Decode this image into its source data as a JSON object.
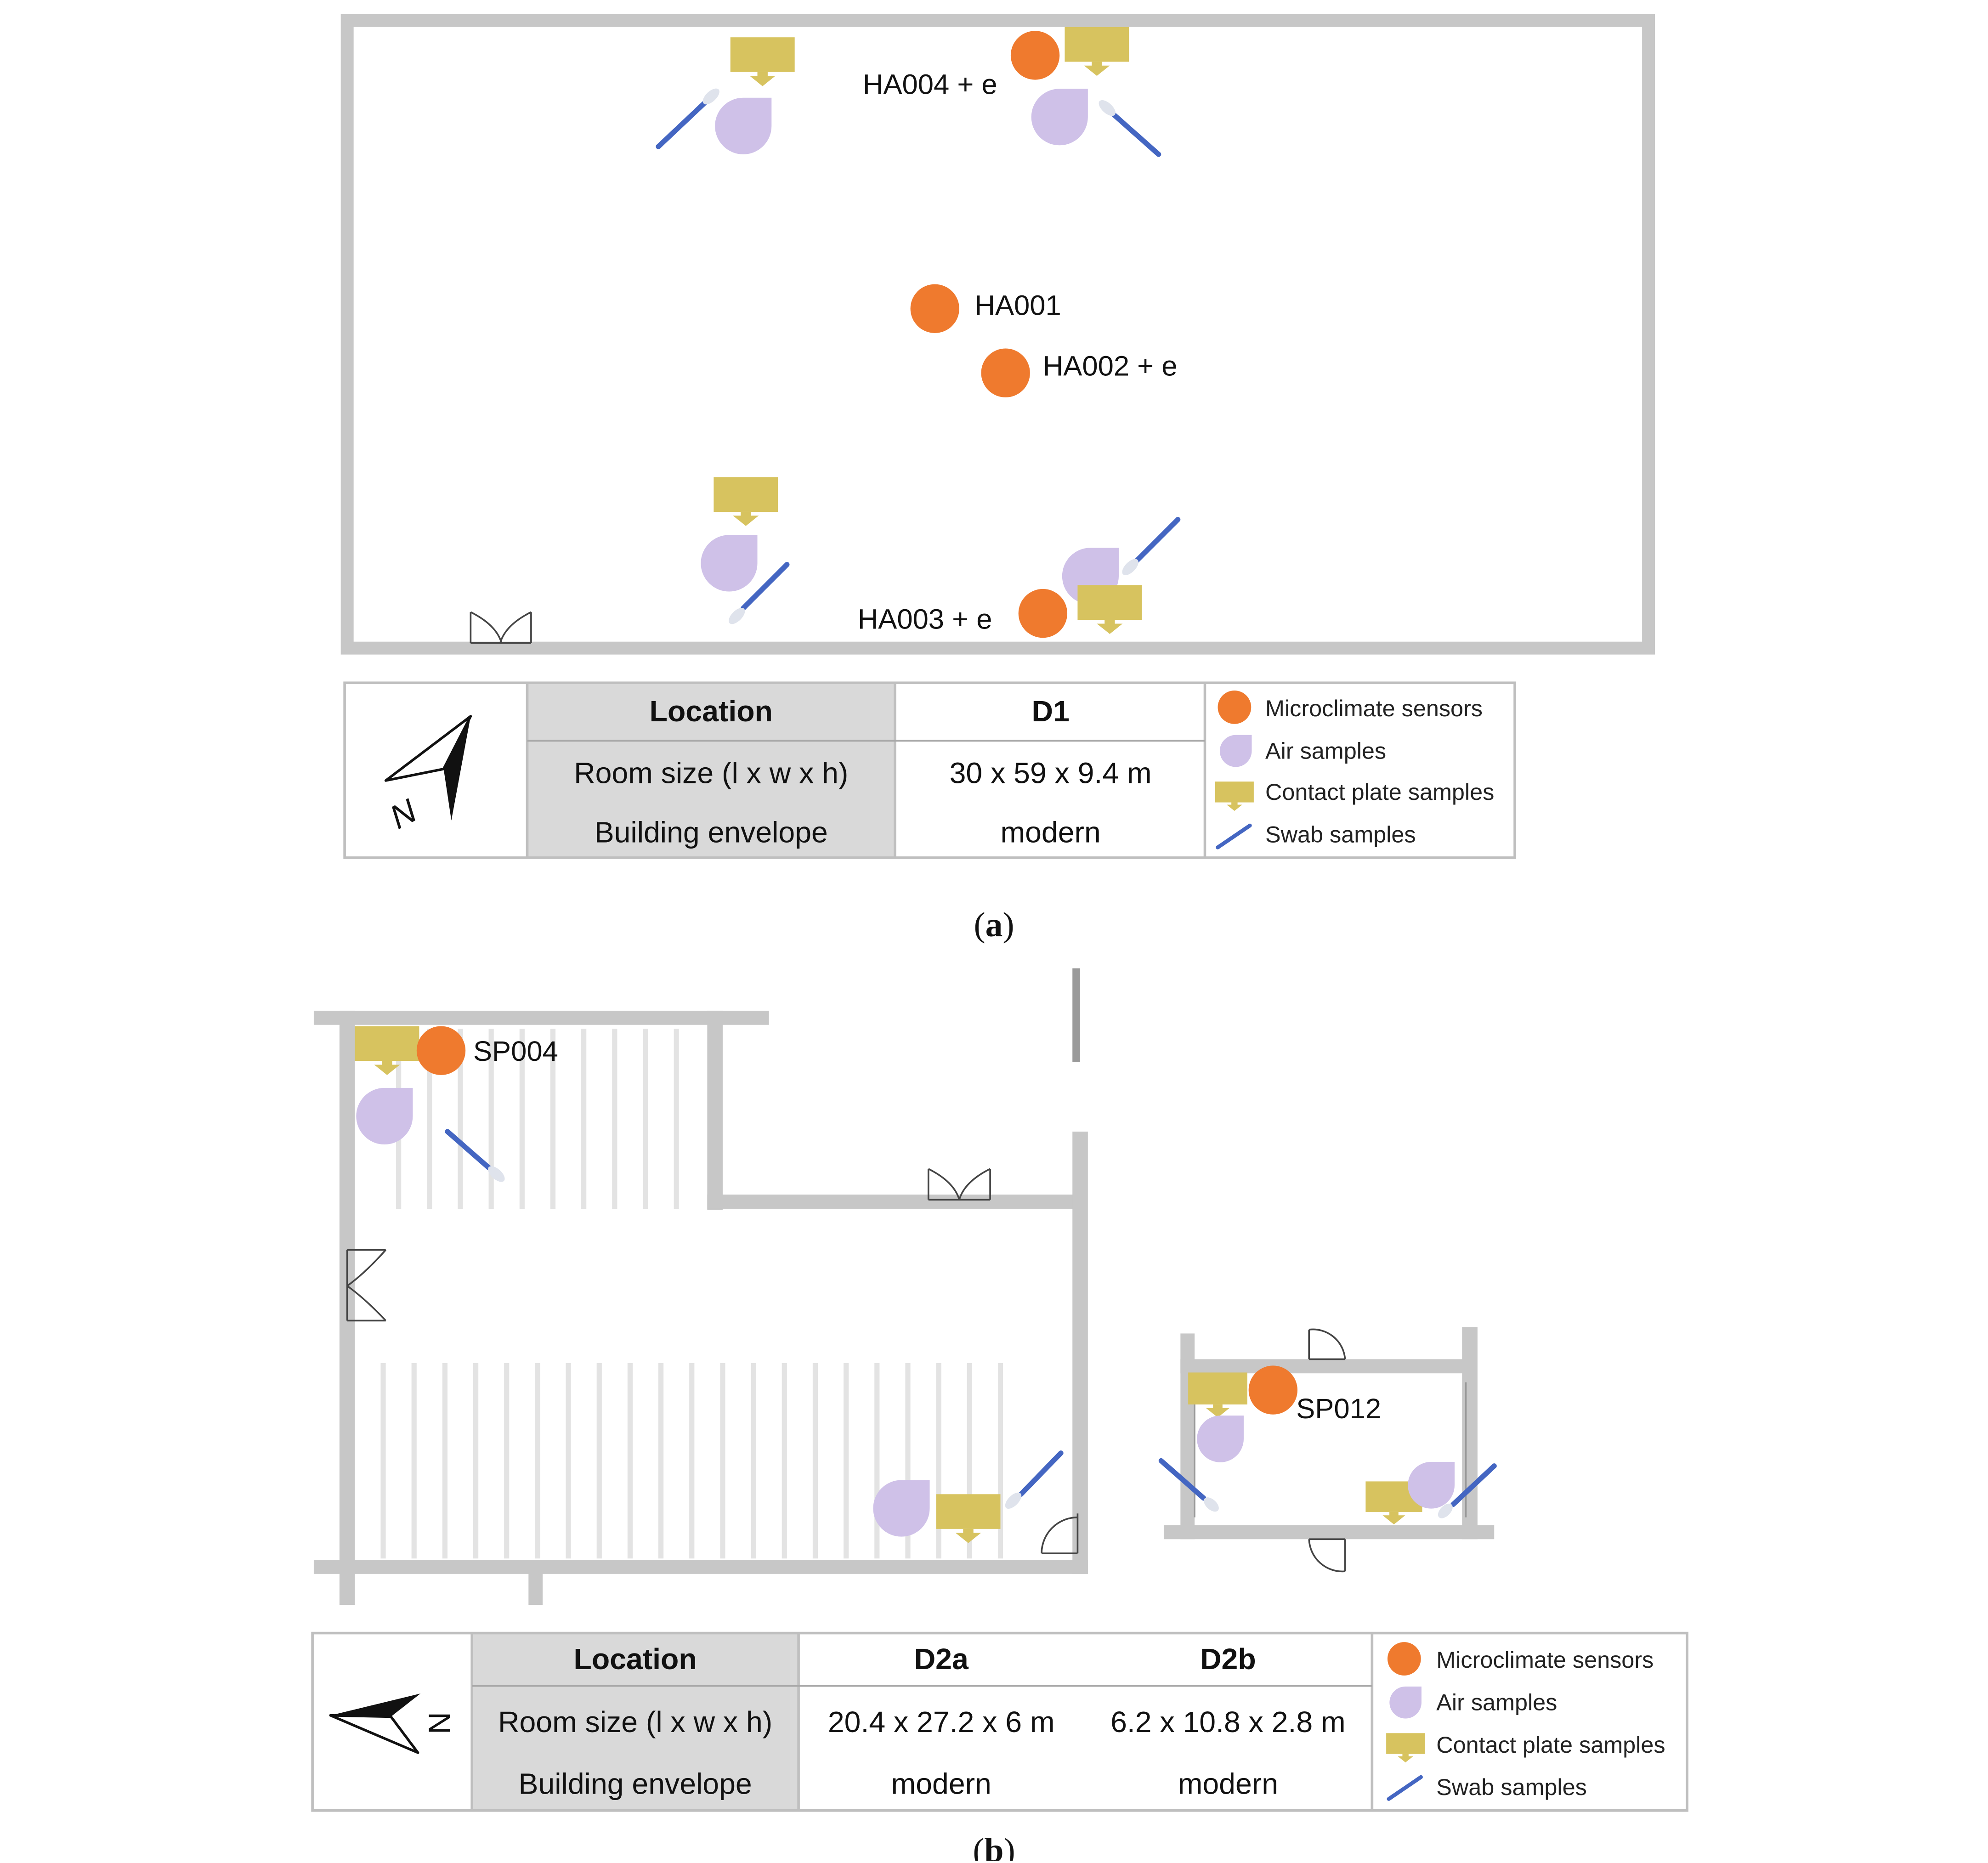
{
  "colors": {
    "wall": "#c7c7c7",
    "sensor": "#ef7a2e",
    "air": "#cfc1e8",
    "contact": "#d7c35f",
    "swab": "#4466c2",
    "swab_tip": "#dfe3ec",
    "table_header_bg": "#d9d9d9",
    "table_border": "#bfbfbf",
    "text": "#111111"
  },
  "legend_items": [
    {
      "icon": "sensor",
      "label": "Microclimate sensors"
    },
    {
      "icon": "air",
      "label": "Air samples"
    },
    {
      "icon": "contact",
      "label": "Contact plate samples"
    },
    {
      "icon": "swab",
      "label": "Swab samples"
    }
  ],
  "panel_a": {
    "caption_letter": "a",
    "sensor_labels": {
      "ha001": "HA001",
      "ha002": "HA002 + e",
      "ha003": "HA003 + e",
      "ha004": "HA004 + e"
    },
    "compass_letter": "N",
    "table": {
      "header_label": "Location",
      "header_value": "D1",
      "rows": [
        {
          "label": "Room size (l x w x h)",
          "value": "30 x 59 x 9.4 m"
        },
        {
          "label": "Building envelope",
          "value": "modern"
        }
      ]
    }
  },
  "panel_b": {
    "caption_letter": "b",
    "sensor_labels": {
      "sp004": "SP004",
      "sp012": "SP012"
    },
    "compass_letter": "N",
    "table": {
      "header_label": "Location",
      "header_values": [
        "D2a",
        "D2b"
      ],
      "rows": [
        {
          "label": "Room size (l x w x h)",
          "values": [
            "20.4 x 27.2 x 6 m",
            "6.2 x 10.8 x 2.8 m"
          ]
        },
        {
          "label": "Building envelope",
          "values": [
            "modern",
            "modern"
          ]
        }
      ]
    }
  }
}
